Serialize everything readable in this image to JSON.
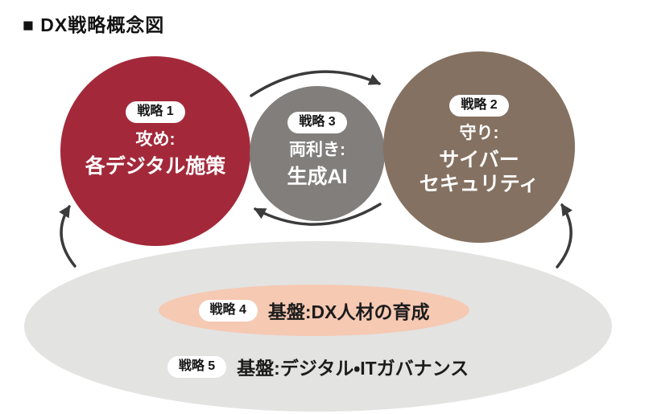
{
  "page": {
    "title": "■ DX戦略概念図"
  },
  "circles": [
    {
      "badge": "戦略 1",
      "subtitle": "攻め:",
      "title": "各デジタル施策",
      "color": "#a3293a"
    },
    {
      "badge": "戦略 2",
      "subtitle": "守り:",
      "title": "サイバー",
      "title2": "セキュリティ",
      "color": "#857161"
    },
    {
      "badge": "戦略 3",
      "subtitle": "両利き:",
      "title": "生成AI",
      "color": "#817e7c"
    }
  ],
  "foundations": [
    {
      "badge": "戦略 4",
      "label": "基盤:DX人材の育成",
      "color": "#f6c9b3"
    },
    {
      "badge": "戦略 5",
      "label": "基盤:デジタル・ITガバナンス",
      "color": "#e3e3e2"
    }
  ],
  "arrows": {
    "color": "#3b3b3b",
    "icons": [
      "cycle-arrow-top-right",
      "cycle-arrow-bottom-left",
      "foundation-to-strategy1-arrow",
      "foundation-to-strategy2-arrow"
    ]
  }
}
